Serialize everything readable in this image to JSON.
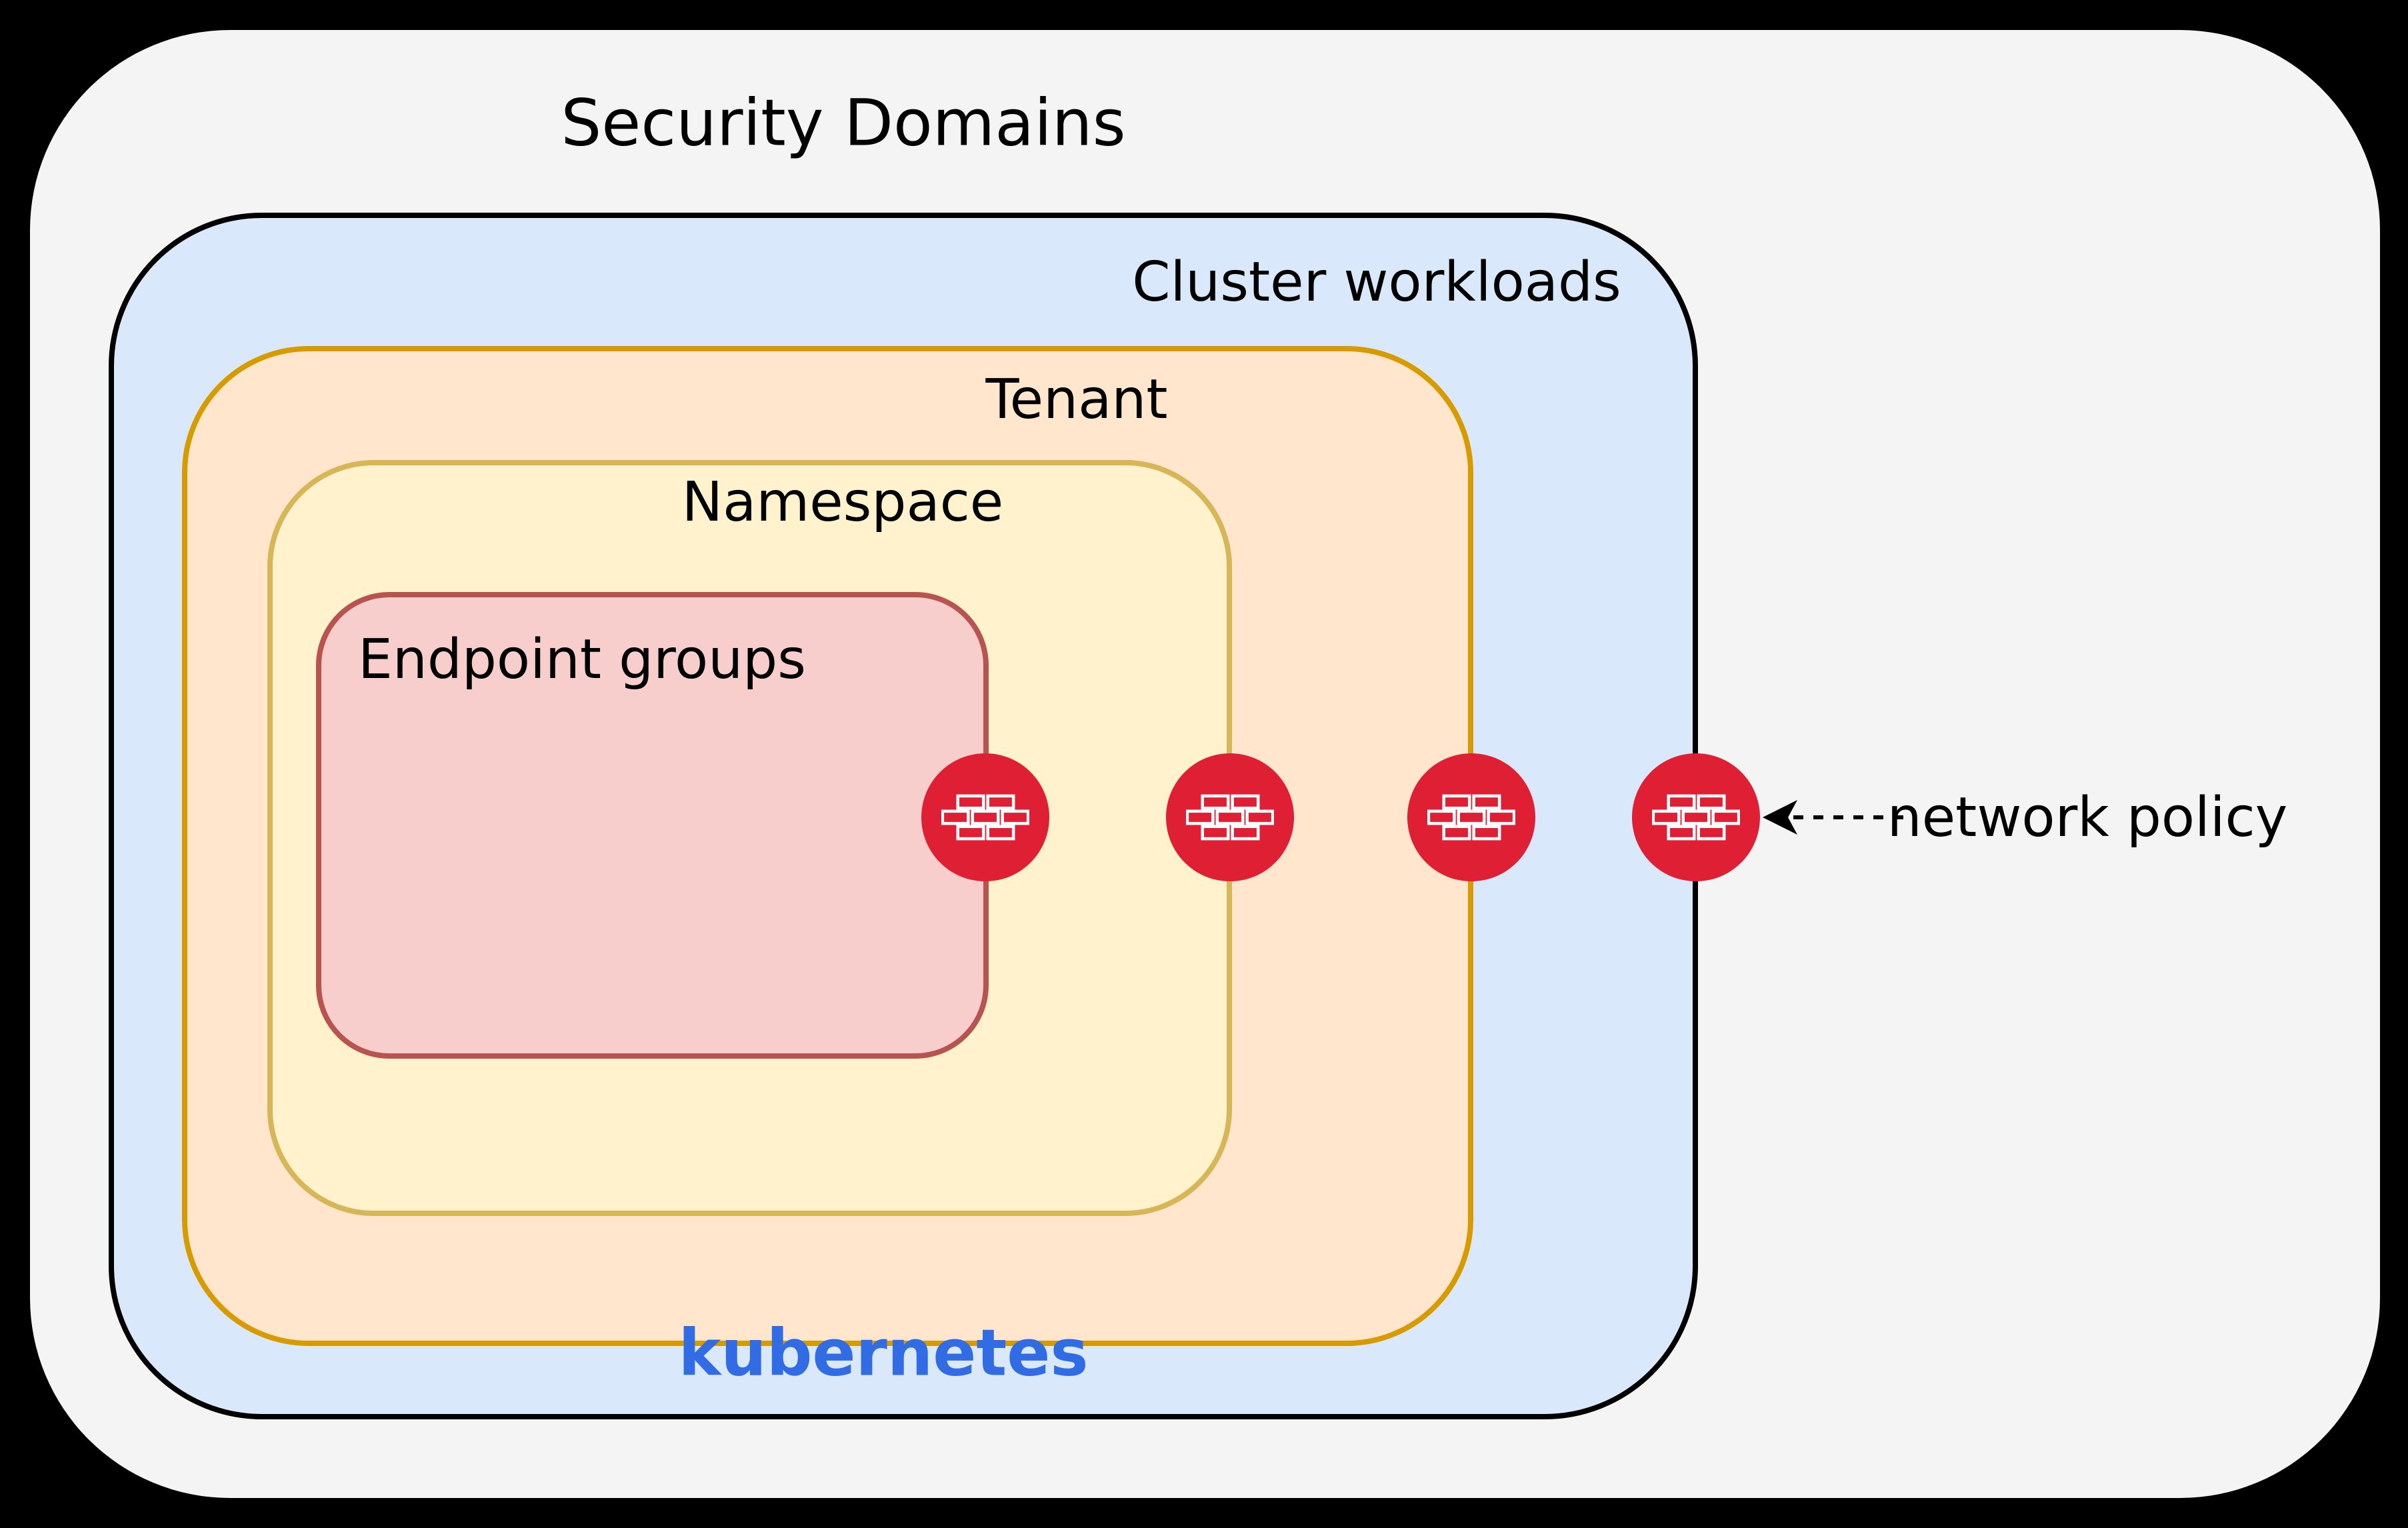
{
  "diagram": {
    "title": "Security Domains",
    "background_color": "#f4f4f4",
    "domains": [
      {
        "id": "cluster-workloads",
        "label": "Cluster workloads",
        "fill": "#dae8fc",
        "border": "#000000"
      },
      {
        "id": "tenant",
        "label": "Tenant",
        "fill": "#ffe6cc",
        "border": "#d79b00"
      },
      {
        "id": "namespace",
        "label": "Namespace",
        "fill": "#fff2cc",
        "border": "#d6b656"
      },
      {
        "id": "endpoint-groups",
        "label": "Endpoint groups",
        "fill": "#f8cecc",
        "border": "#b85450"
      }
    ],
    "platform": {
      "label": "kubernetes",
      "color": "#326ce5"
    },
    "firewalls": {
      "icon": "firewall-brick-icon",
      "color": "#df1f33",
      "count": 4,
      "placement": "one checkpoint on the boundary of each nested domain"
    },
    "annotation": {
      "label": "network policy",
      "arrow": "dashed, pointing left toward outermost firewall"
    }
  }
}
